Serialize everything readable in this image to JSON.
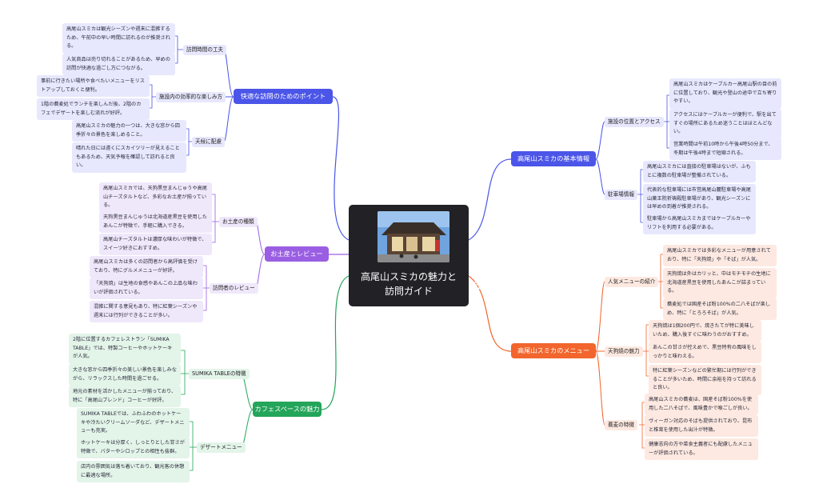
{
  "center": {
    "title_line1": "高尾山スミカの魅力と",
    "title_line2": "訪問ガイド",
    "link_icon": "external-link-icon"
  },
  "colors": {
    "blue": "#4b55e8",
    "purple": "#9a5ee3",
    "green": "#23a55a",
    "orange": "#f2652c"
  },
  "branches": {
    "points": {
      "label": "快適な訪問のためのポイント",
      "subs": [
        {
          "label": "訪問時間の工夫",
          "leaves": [
            "高尾山スミカは観光シーズンや週末に混雑するため、午前中の早い時間に訪れるのが推奨される。",
            "人気商品は売り切れることがあるため、早めの訪問が快適な過ごし方につながる。"
          ]
        },
        {
          "label": "施設内の効率的な楽しみ方",
          "leaves": [
            "事前に行きたい場所や食べたいメニューをリストアップしておくと便利。",
            "1階の蕎麦処でランチを楽しんだ後、2階のカフェでデザートを楽しむ流れが好評。"
          ]
        },
        {
          "label": "天候に配慮",
          "leaves": [
            "高尾山スミカの魅力の一つは、大きな窓から四季折々の景色を楽しめること。",
            "晴れた日には遠くにスカイツリーが見えることもあるため、天気予報を確認して訪れると良い。"
          ]
        }
      ]
    },
    "souvenir": {
      "label": "お土産とレビュー",
      "subs": [
        {
          "label": "お土産の種類",
          "leaves": [
            "高尾山スミカでは、天狗黒豆まんじゅうや高尾山チーズタルトなど、多彩なお土産が揃っている。",
            "天狗黒豆まんじゅうは北海道産黒豆を使用したあんこが特徴で、手軽に購入できる。",
            "高尾山チーズタルトは濃厚な味わいが特徴で、スイーツ好きにおすすめ。"
          ]
        },
        {
          "label": "訪問者のレビュー",
          "leaves": [
            "高尾山スミカは多くの訪問者から高評価を受けており、特にグルメメニューが好評。",
            "「天狗焼」は生地の食感やあんこの上品な味わいが評価されている。",
            "混雑に関する意見もあり、特に紅葉シーズンや週末には行列ができることが多い。"
          ]
        }
      ]
    },
    "cafe": {
      "label": "カフェスペースの魅力",
      "subs": [
        {
          "label": "SUMIKA TABLEの特徴",
          "leaves": [
            "2階に位置するカフェレストラン「SUMIKA TABLE」では、特製コーヒーやホットケーキが人気。",
            "大きな窓から四季折々の美しい景色を楽しみながら、リラックスした時間を過ごせる。",
            "地元の素材を活かしたメニューが揃っており、特に「高尾山ブレンド」コーヒーが好評。"
          ]
        },
        {
          "label": "デザートメニュー",
          "leaves": [
            "SUMIKA TABLEでは、ふわふわのホットケーキや冷たいクリームソーダなど、デザートメニューも充実。",
            "ホットケーキは分厚く、しっとりとした甘さが特徴で、バターやシロップとの相性も抜群。",
            "店内の雰囲気は落ち着いており、観光客の休憩に最適な場所。"
          ]
        }
      ]
    },
    "basic": {
      "label": "高尾山スミカの基本情報",
      "subs": [
        {
          "label": "施設の位置とアクセス",
          "leaves": [
            "高尾山スミカはケーブルカー高尾山駅の目の前に位置しており、観光や登山の途中で立ち寄りやすい。",
            "アクセスにはケーブルカーが便利で、駅を出てすぐの場所にあるため迷うことはほとんどない。",
            "営業時間は午前10時から午後4時50分まで、冬期は午後4時まで短縮される。"
          ]
        },
        {
          "label": "駐車場情報",
          "leaves": [
            "高尾山スミカには直接の駐車場はないが、ふもとに複数の駐車場が整備されている。",
            "代表的な駐車場には市営高尾山麓駐車場や高尾山薬王院祈祷殿駐車場があり、観光シーズンには早めの到着が推奨される。",
            "駐車場から高尾山スミカまではケーブルカーやリフトを利用する必要がある。"
          ]
        }
      ]
    },
    "menu": {
      "label": "高尾山スミカのメニュー",
      "subs": [
        {
          "label": "人気メニューの紹介",
          "leaves": [
            "高尾山スミカでは多彩なメニューが用意されており、特に「天狗焼」や「そば」が人気。",
            "天狗焼は外はカリッと、中はモチモチの生地に北海道産黒豆を使用したあんこが詰まっている。",
            "蕎麦処では国産そば粉100%の二八そばが楽しめ、特に「とろろそば」が人気。"
          ]
        },
        {
          "label": "天狗焼の魅力",
          "leaves": [
            "天狗焼は1個200円で、焼きたてが特に美味しいため、購入後すぐに味わうのがおすすめ。",
            "あんこの甘さが控えめで、黒豆特有の風味をしっかりと味わえる。",
            "特に紅葉シーズンなどの繁忙期には行列ができることが多いため、時間に余裕を持って訪れると良い。"
          ]
        },
        {
          "label": "蕎麦の特徴",
          "leaves": [
            "高尾山スミカの蕎麦は、国産そば粉100%を使用した二八そばで、風味豊かで喉ごしが良い。",
            "ヴィーガン対応のそばも提供されており、昆布と椎茸を使用した出汁が特徴。",
            "健康志向の方や菜食主義者にも配慮したメニューが評価されている。"
          ]
        }
      ]
    }
  }
}
